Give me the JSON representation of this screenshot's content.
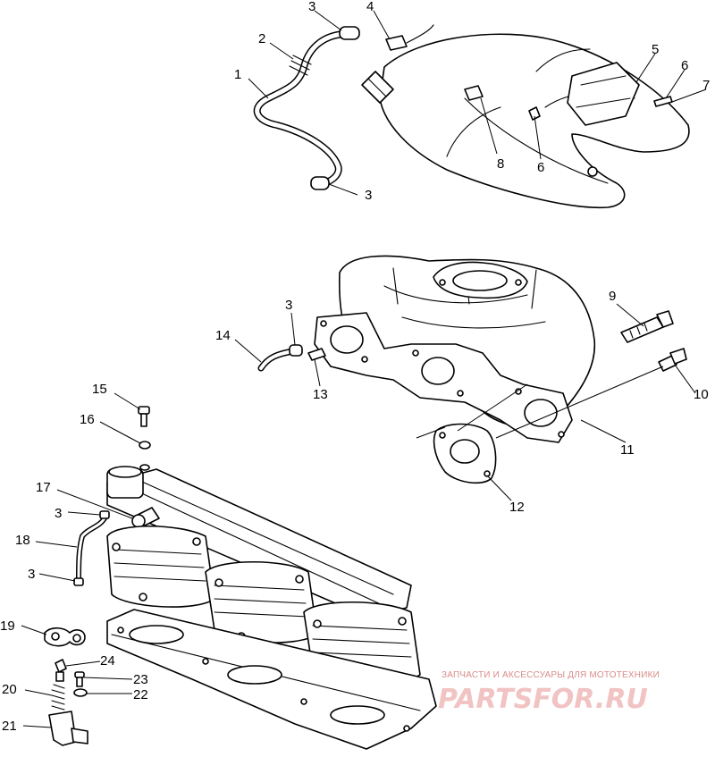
{
  "callouts": [
    {
      "text": "1"
    },
    {
      "text": "2"
    },
    {
      "text": "3"
    },
    {
      "text": "4"
    },
    {
      "text": "5"
    },
    {
      "text": "6"
    },
    {
      "text": "7"
    },
    {
      "text": "8"
    },
    {
      "text": "6"
    },
    {
      "text": "3"
    },
    {
      "text": "9"
    },
    {
      "text": "3"
    },
    {
      "text": "14"
    },
    {
      "text": "13"
    },
    {
      "text": "10"
    },
    {
      "text": "11"
    },
    {
      "text": "12"
    },
    {
      "text": "15"
    },
    {
      "text": "16"
    },
    {
      "text": "17"
    },
    {
      "text": "3"
    },
    {
      "text": "18"
    },
    {
      "text": "3"
    },
    {
      "text": "19"
    },
    {
      "text": "24"
    },
    {
      "text": "23"
    },
    {
      "text": "22"
    },
    {
      "text": "20"
    },
    {
      "text": "21"
    }
  ],
  "watermark": {
    "caption": "ЗАПЧАСТИ И АКСЕССУАРЫ ДЛЯ МОТОТЕХНИКИ",
    "logo": "PARTSFOR.RU",
    "color": "#e8a0a0"
  }
}
